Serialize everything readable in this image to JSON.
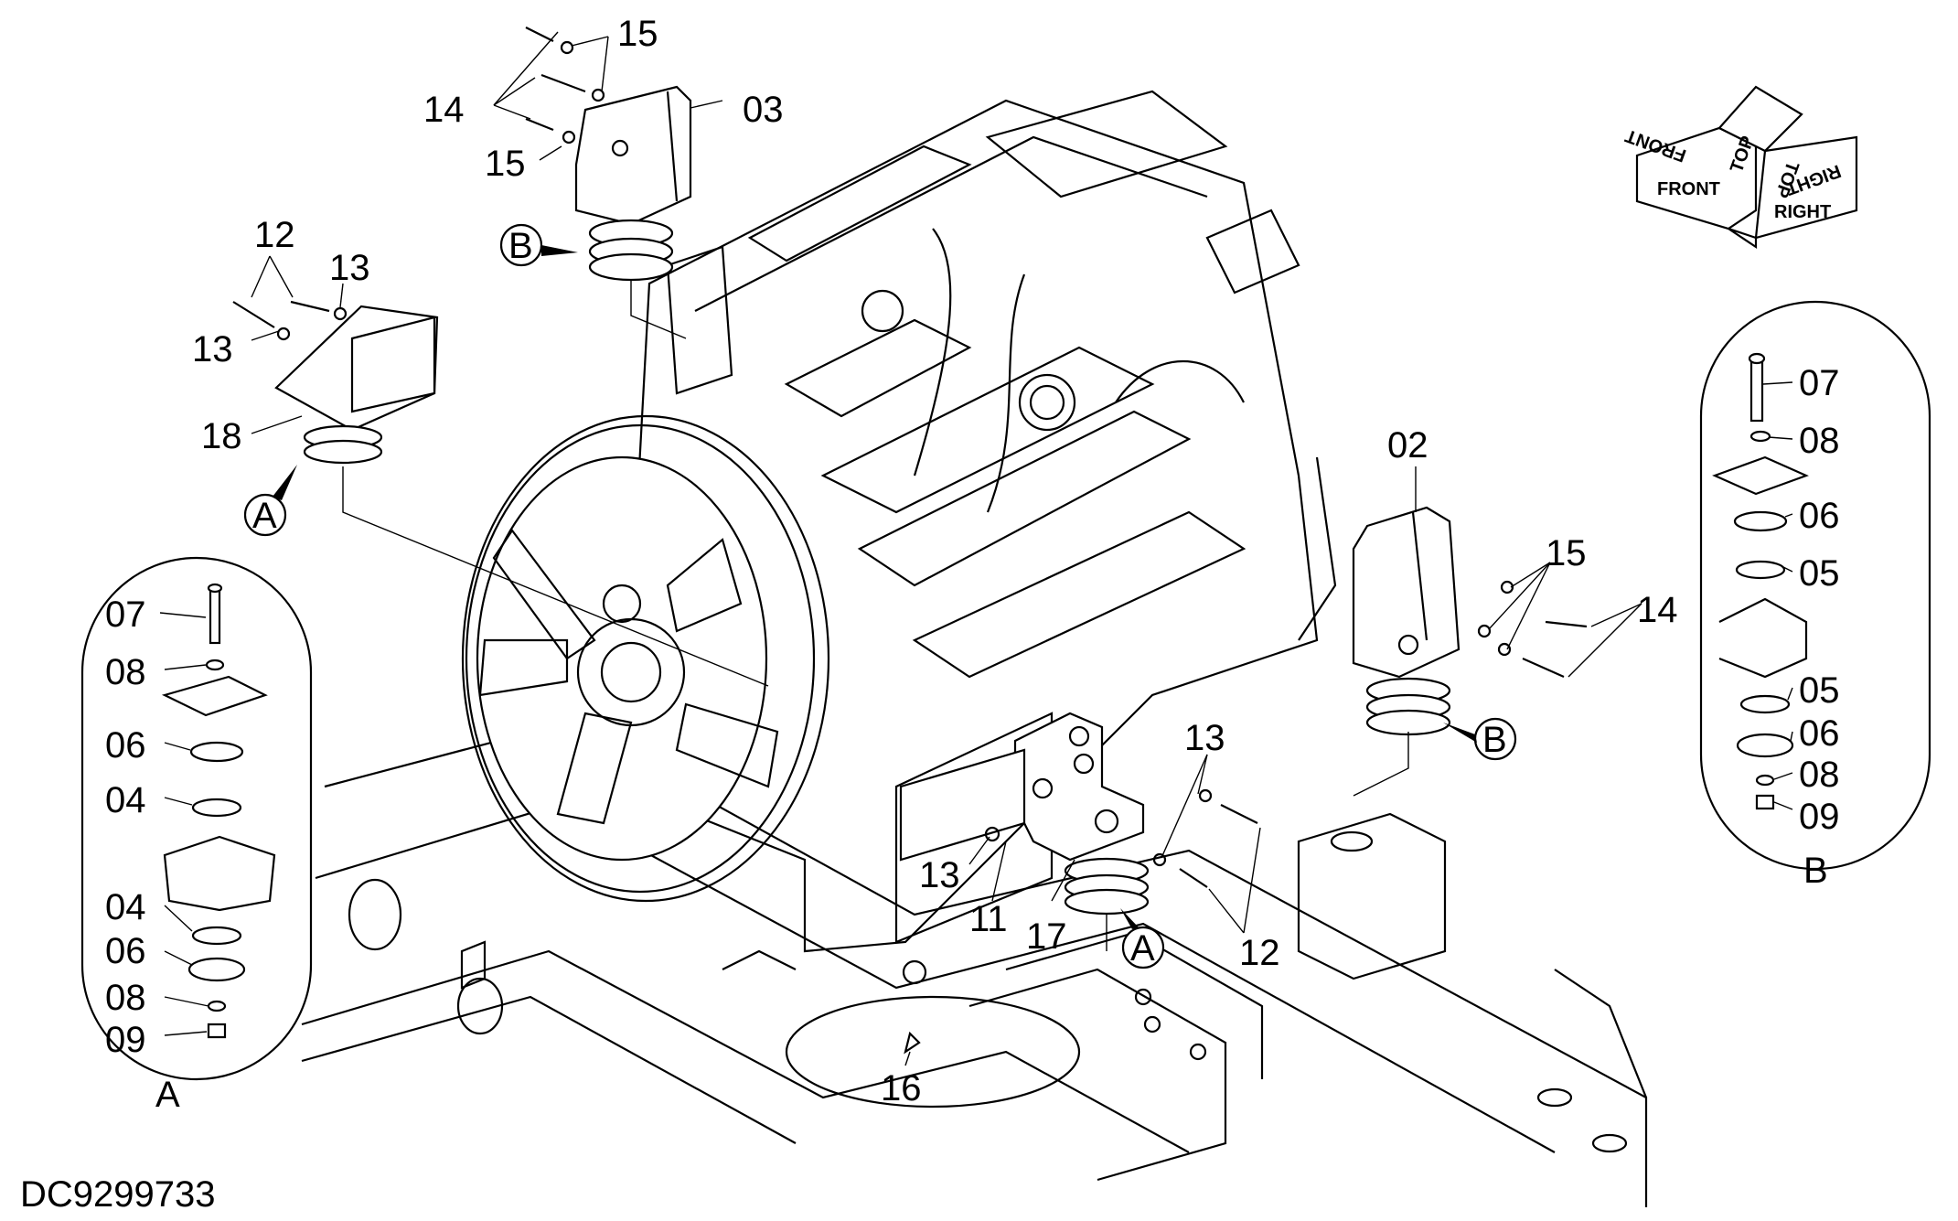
{
  "drawing_number": "DC9299733",
  "callouts": {
    "c02": "02",
    "c03": "03",
    "c04a": "04",
    "c04b": "04",
    "c05a": "05",
    "c05b": "05",
    "c06a": "06",
    "c06b": "06",
    "c06c": "06",
    "c06d": "06",
    "c07a": "07",
    "c07b": "07",
    "c08a": "08",
    "c08b": "08",
    "c08c": "08",
    "c08d": "08",
    "c09a": "09",
    "c09b": "09",
    "c11": "11",
    "c12a": "12",
    "c12b": "12",
    "c13a": "13",
    "c13b": "13",
    "c13c": "13",
    "c13d": "13",
    "c14a": "14",
    "c14b": "14",
    "c15a": "15",
    "c15b": "15",
    "c15c": "15",
    "c16": "16",
    "c17": "17",
    "c18": "18"
  },
  "detail_refs": {
    "refA1": "A",
    "refA2": "A",
    "refB1": "B",
    "refB2": "B",
    "detailA_caption": "A",
    "detailB_caption": "B"
  },
  "orientation": {
    "front": "FRONT",
    "top": "TOP",
    "right": "RIGHT",
    "front_mirror": "FRONT",
    "top_mirror": "TOP",
    "right_mirror": "RIGHT"
  }
}
